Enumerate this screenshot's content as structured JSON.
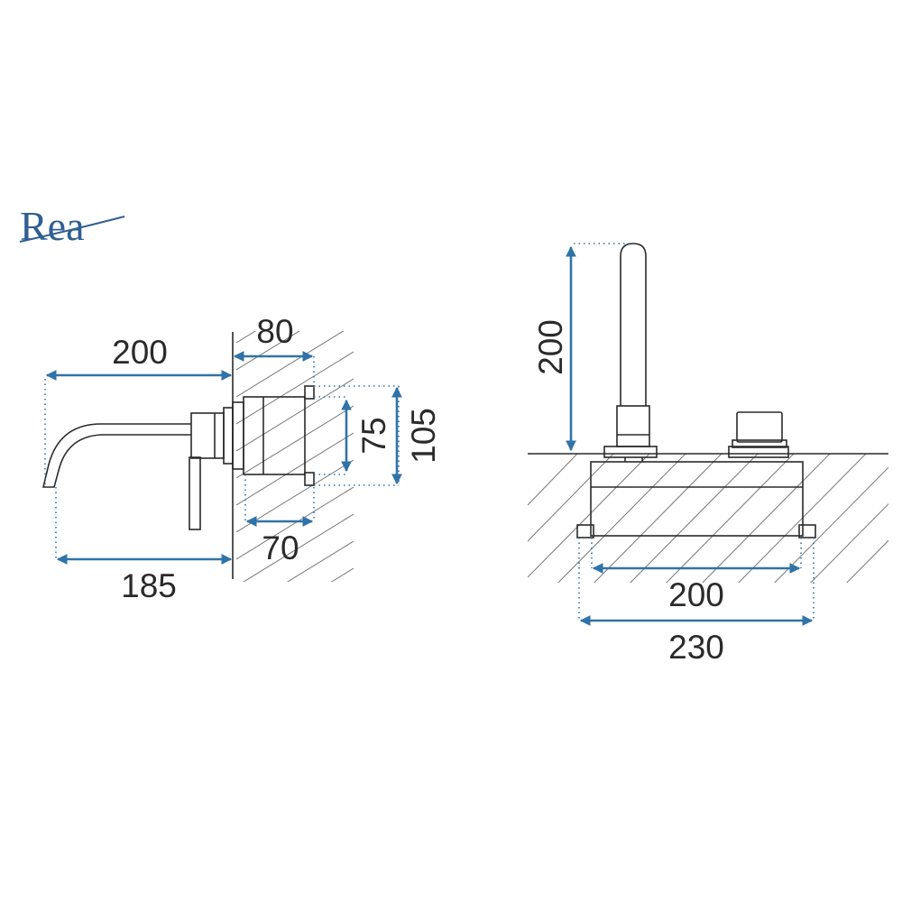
{
  "logo": {
    "text": "Rea",
    "color": "#2f5f93"
  },
  "colors": {
    "dimension": "#2f73a8",
    "outline": "#2a2a2a",
    "hatch": "#777777"
  },
  "side_view": {
    "dim_top_width": "200",
    "dim_wall_depth": "80",
    "dim_box_height_inner": "75",
    "dim_box_height_outer": "105",
    "dim_box_depth": "70",
    "dim_bottom_width": "185"
  },
  "front_view": {
    "dim_spout_height": "200",
    "dim_box_width": "200",
    "dim_plate_width": "230"
  }
}
